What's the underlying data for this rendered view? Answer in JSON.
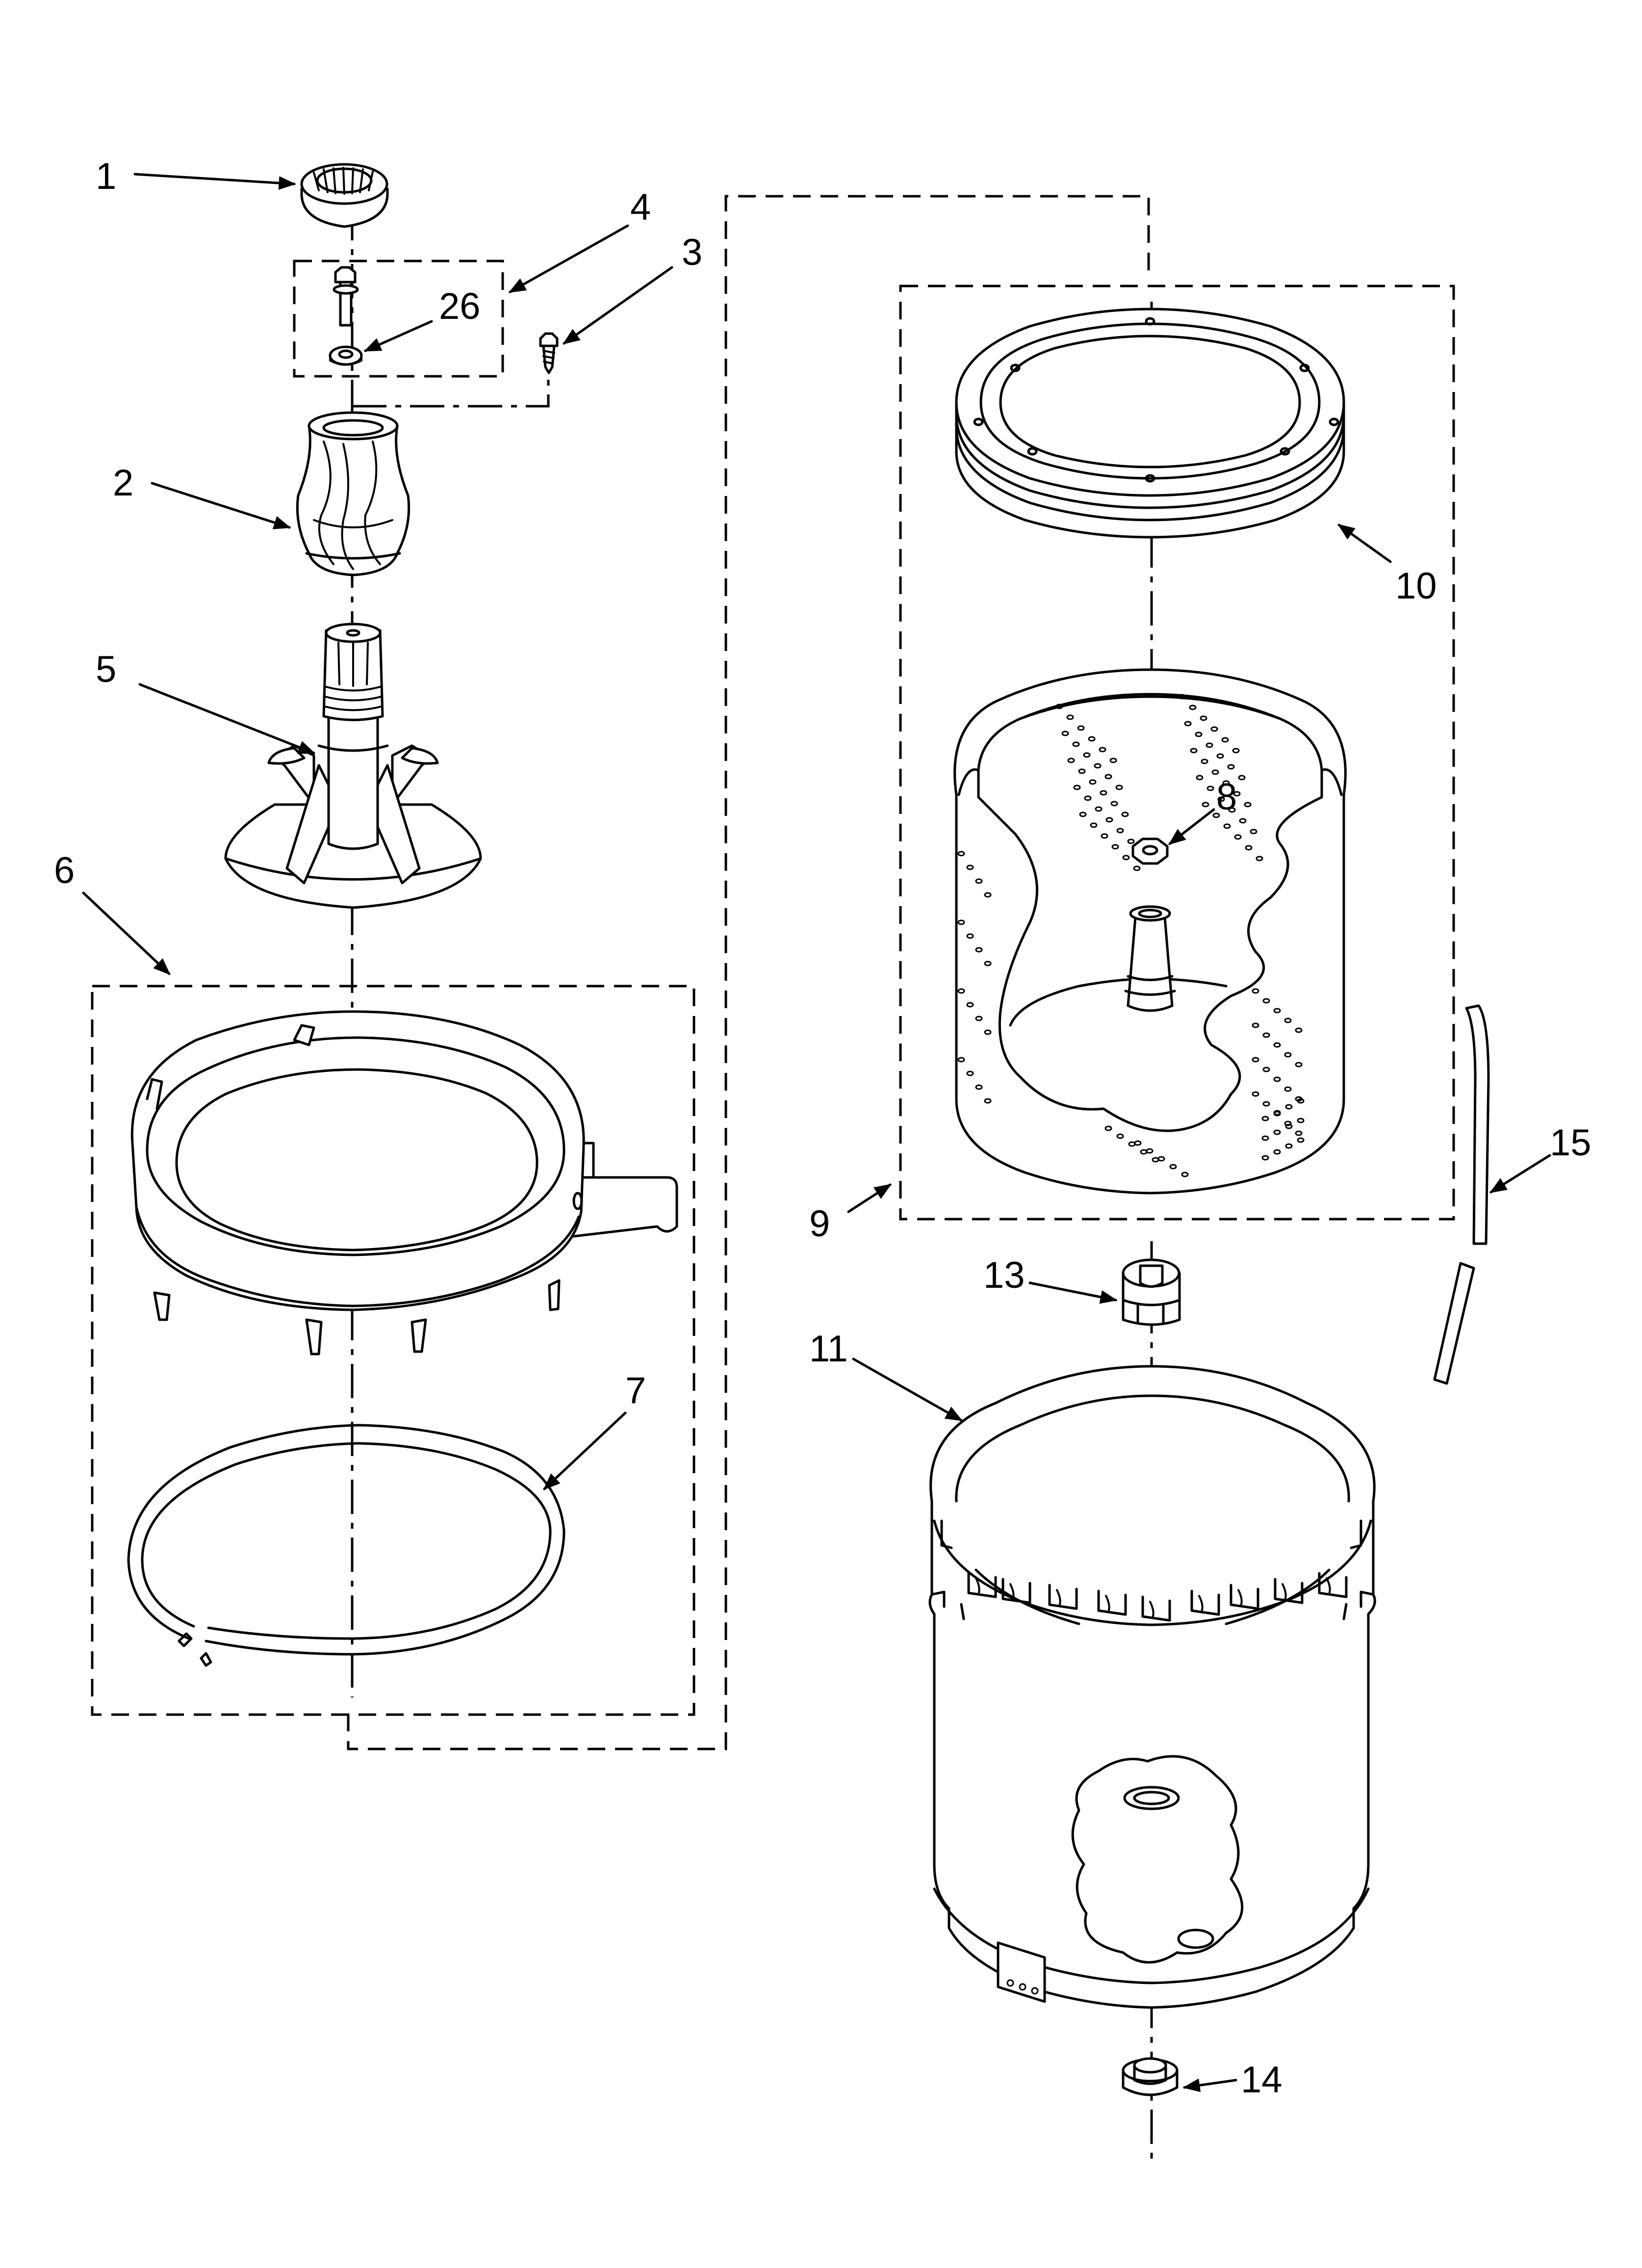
{
  "callouts": {
    "c1": "1",
    "c2": "2",
    "c3": "3",
    "c4": "4",
    "c5": "5",
    "c6": "6",
    "c7": "7",
    "c8": "8",
    "c9": "9",
    "c10": "10",
    "c11": "11",
    "c13": "13",
    "c14": "14",
    "c15": "15",
    "c26": "26"
  }
}
